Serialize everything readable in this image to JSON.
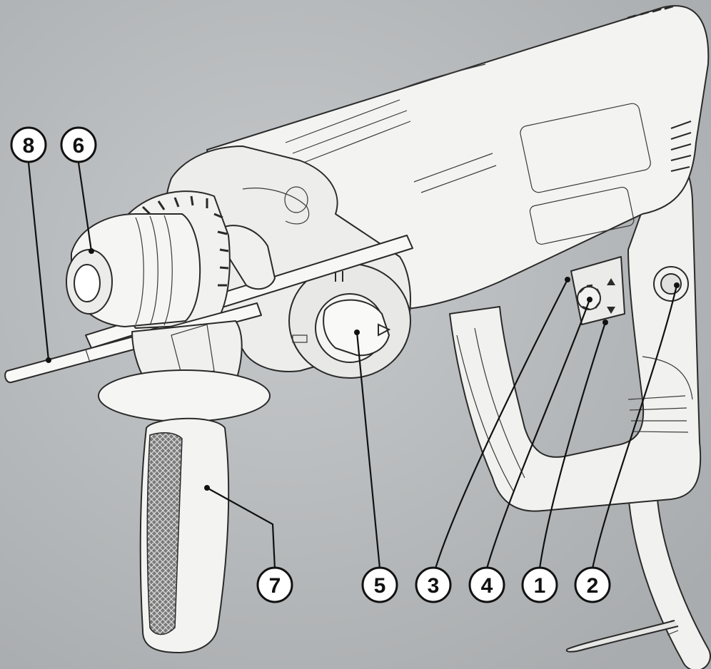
{
  "callouts": [
    {
      "id": "8",
      "label": "8"
    },
    {
      "id": "6",
      "label": "6"
    },
    {
      "id": "7",
      "label": "7"
    },
    {
      "id": "5",
      "label": "5"
    },
    {
      "id": "3",
      "label": "3"
    },
    {
      "id": "4",
      "label": "4"
    },
    {
      "id": "1",
      "label": "1"
    },
    {
      "id": "2",
      "label": "2"
    }
  ],
  "colors": {
    "background": "#b9bcbe",
    "body": "#f2f2f0",
    "line": "#2a2a2a",
    "callout_fill": "#ffffff"
  },
  "icons": [
    "drill-bit",
    "chuck",
    "side-handle",
    "mode-selector-knob",
    "switch-knob",
    "trigger-lock-button",
    "depth-stop",
    "power-cord"
  ]
}
